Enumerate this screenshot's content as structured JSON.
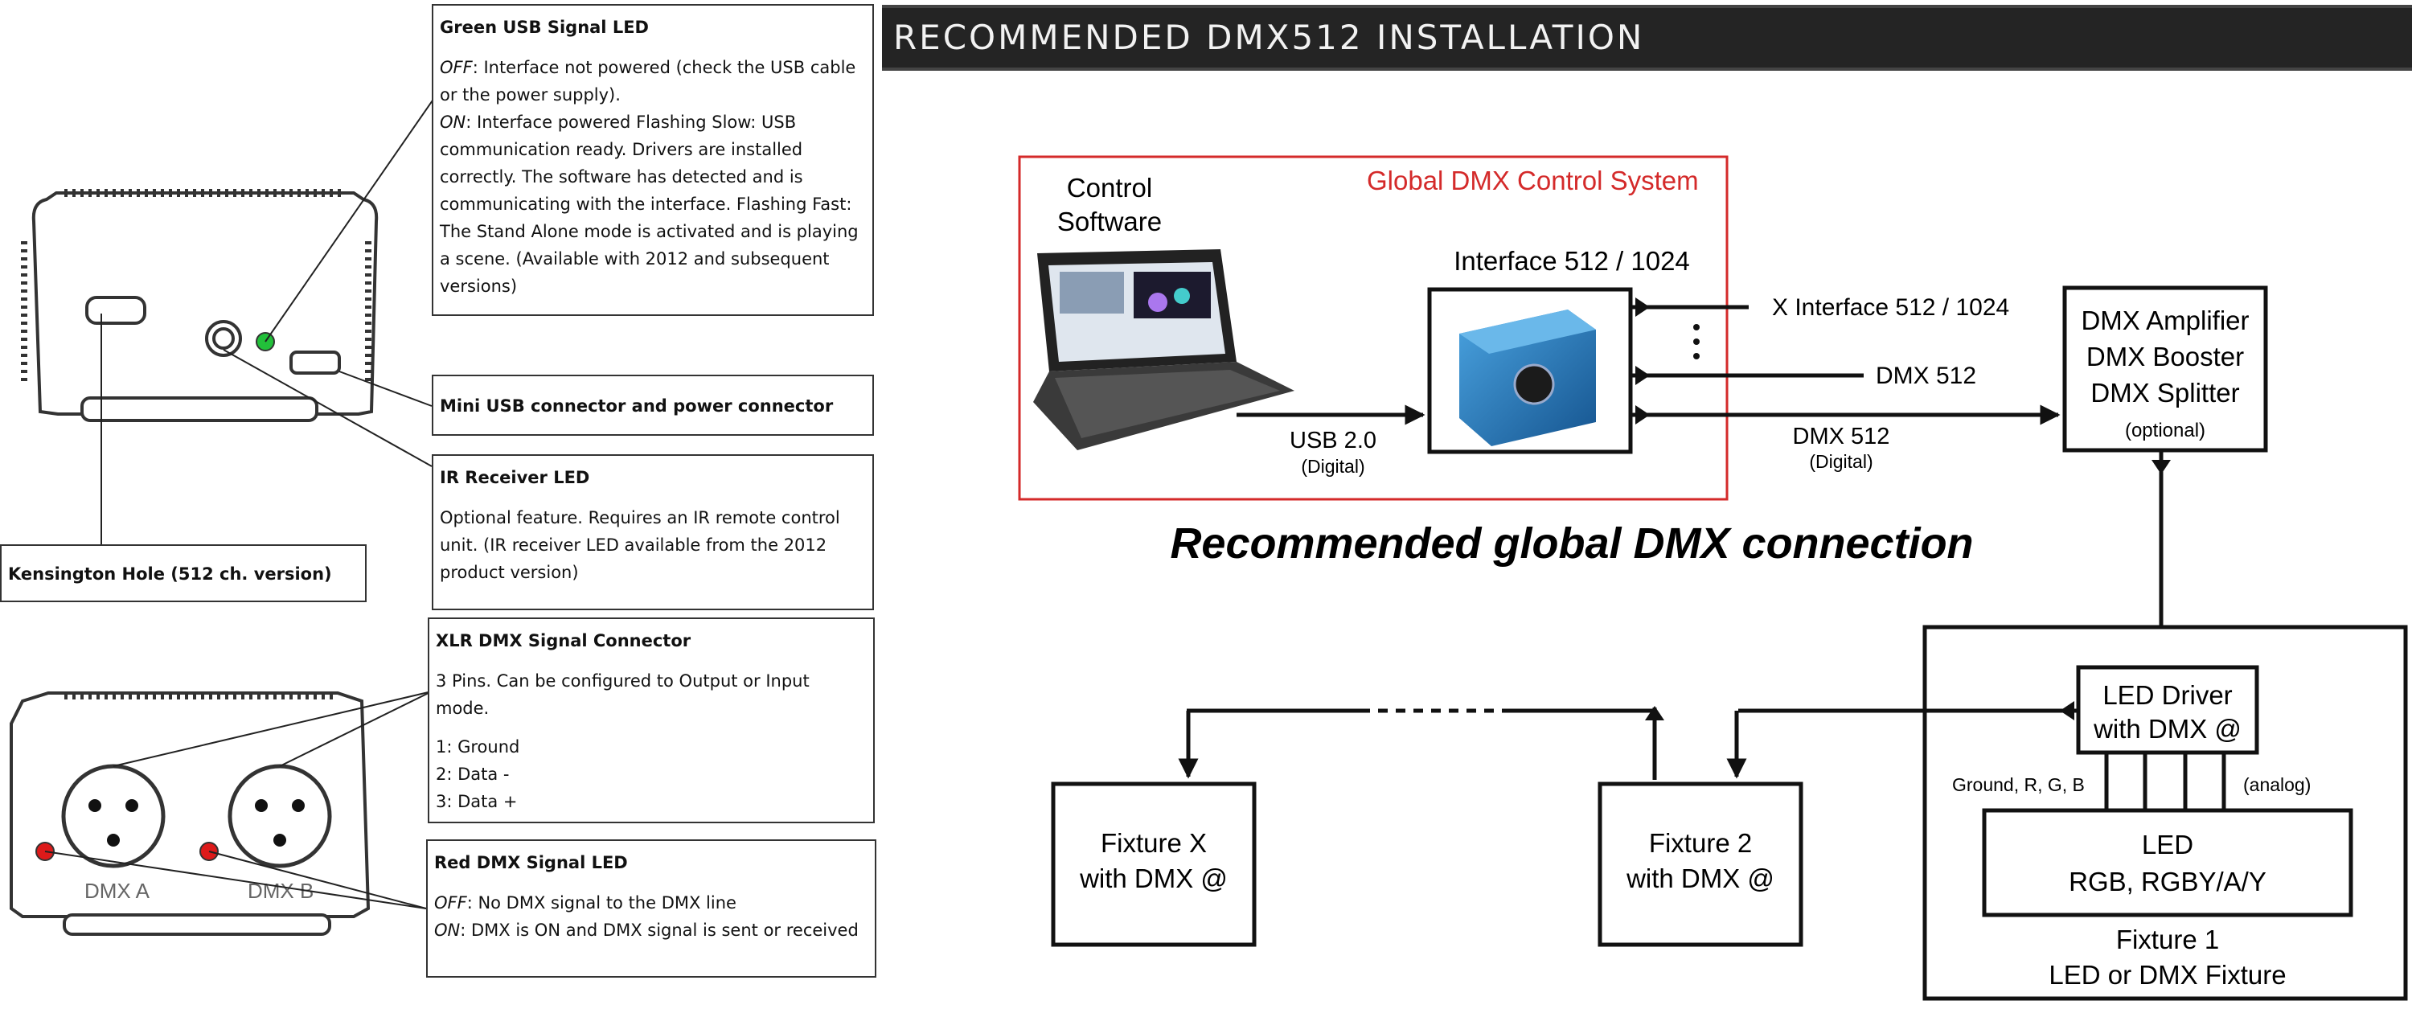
{
  "banner": {
    "title": "RECOMMENDED DMX512 INSTALLATION"
  },
  "callouts": {
    "green_led": {
      "title": "Green USB Signal LED",
      "off_label": "OFF",
      "off_text": ": Interface not powered (check the USB cable or the power supply).",
      "on_label": "ON",
      "on_text": ": Interface powered Flashing Slow: USB communication ready. Drivers are installed correctly. The software has detected and is communicating with the interface. Flashing Fast: The Stand Alone mode is activated and is playing a scene. (Available with 2012 and subsequent versions)"
    },
    "mini_usb": {
      "title": "Mini USB connector and power connector"
    },
    "ir_receiver": {
      "title": "IR Receiver LED",
      "text": "Optional feature.  Requires an IR remote control unit. (IR receiver LED available from the 2012 product version)"
    },
    "kensington": {
      "title": "Kensington Hole (512 ch. version)"
    },
    "xlr": {
      "title": "XLR DMX Signal Connector",
      "text": "3 Pins. Can be configured to Output or Input mode.",
      "pin1": "1: Ground",
      "pin2": "2: Data -",
      "pin3": "3: Data +"
    },
    "red_led": {
      "title": "Red DMX Signal LED",
      "off_label": "OFF",
      "off_text": ": No DMX signal to the DMX line",
      "on_label": "ON",
      "on_text": ": DMX is ON and DMX signal is sent or received"
    }
  },
  "device": {
    "port_a": "DMX A",
    "port_b": "DMX B"
  },
  "diagram": {
    "system_label": "Global DMX Control System",
    "software_line1": "Control",
    "software_line2": "Software",
    "interface_label": "Interface 512 / 1024",
    "usb_label": "USB 2.0",
    "usb_sub": "(Digital)",
    "out_x": "X Interface 512 / 1024",
    "out_dmx": "DMX 512",
    "out_dmx2": "DMX 512",
    "out_dmx2_sub": "(Digital)",
    "amp_line1": "DMX Amplifier",
    "amp_line2": "DMX Booster",
    "amp_line3": "DMX Splitter",
    "amp_line4": "(optional)",
    "heading": "Recommended global DMX connection",
    "driver_line1": "LED Driver",
    "driver_line2": "with DMX @",
    "wires_label": "Ground, R, G, B",
    "analog_label": "(analog)",
    "led_line1": "LED",
    "led_line2": "RGB, RGBY/A/Y",
    "fixture1_line1": "Fixture 1",
    "fixture1_line2": "LED or DMX Fixture",
    "fixture2_line1": "Fixture 2",
    "fixture2_line2": "with DMX @",
    "fixturex_line1": "Fixture X",
    "fixturex_line2": "with DMX @"
  },
  "colors": {
    "green_led": "#22c03a",
    "red_led": "#dd1a1a",
    "system_red": "#d42a2a",
    "banner": "#242424"
  }
}
